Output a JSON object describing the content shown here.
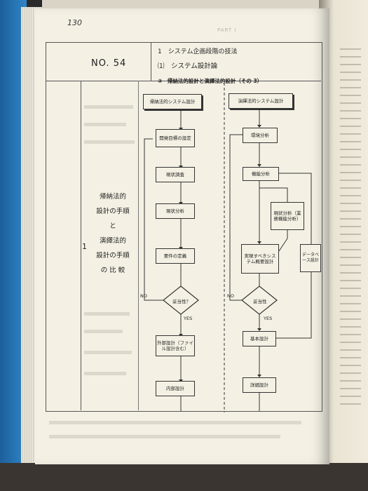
{
  "page": {
    "number": "130",
    "item_no": "NO. 54",
    "heading1": "1　システム企画段階の技法",
    "heading2": "⑴　システム設計論",
    "heading3": "③　帰納法的設計と演繹法的設計（その 3）",
    "section_number": "1",
    "side_title_lines": [
      "帰納法的",
      "設計の手順",
      "と",
      "演繹法的",
      "設計の手順",
      "の 比 較"
    ]
  },
  "diagram": {
    "left_title": "帰納法的システム設計",
    "left_boxes": [
      "開発目標の設定",
      "現状調査",
      "現状分析",
      "要件の定義",
      "外部設計（ファイル設計含む）",
      "内部設計"
    ],
    "left_decision": "妥当性？",
    "right_title": "演繹法的システム設計",
    "right_boxes": [
      "環境分析",
      "機能分析",
      "現状分析（業務機能分析）",
      "実現すべきシステム概要設計",
      "データベース設計",
      "基本設計",
      "詳細設計"
    ],
    "right_decision": "妥当性",
    "no_label": "NO",
    "yes_label": "YES"
  }
}
